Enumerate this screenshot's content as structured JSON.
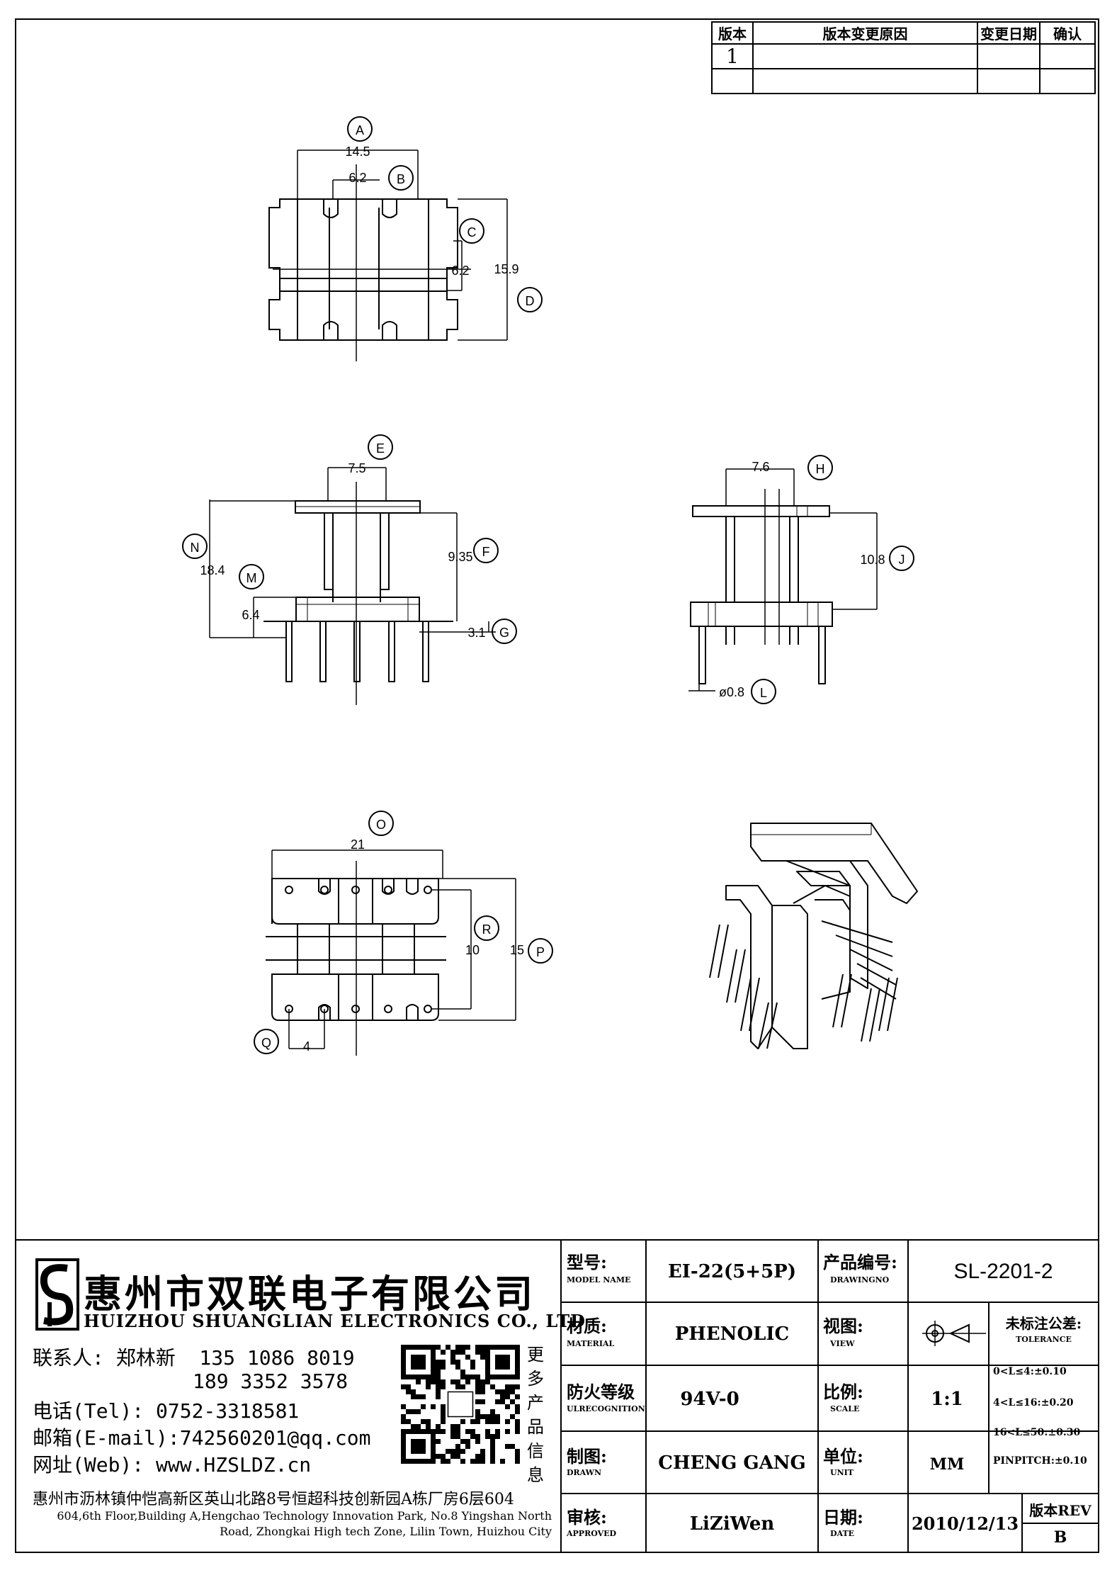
{
  "revision_table": {
    "headers": [
      "版本",
      "版本变更原因",
      "变更日期",
      "确认"
    ],
    "rows": [
      [
        "1",
        "",
        "",
        ""
      ],
      [
        "",
        "",
        "",
        ""
      ]
    ]
  },
  "drawing": {
    "top_view": {
      "labels": {
        "A": "A",
        "B": "B",
        "C": "C",
        "D": "D"
      },
      "dims": {
        "A": "14.5",
        "B": "6.2",
        "C": "6.2",
        "D": "15.9"
      }
    },
    "front_view": {
      "labels": {
        "E": "E",
        "F": "F",
        "G": "G",
        "M": "M",
        "N": "N"
      },
      "dims": {
        "E": "7.5",
        "F": "9.35",
        "G": "3.1",
        "M": "6.4",
        "N": "18.4"
      }
    },
    "side_view": {
      "labels": {
        "H": "H",
        "J": "J",
        "L": "L"
      },
      "dims": {
        "H": "7.6",
        "J": "10.8",
        "L": "ø0.8"
      }
    },
    "bottom_view": {
      "labels": {
        "O": "O",
        "P": "P",
        "Q": "Q",
        "R": "R"
      },
      "dims": {
        "O": "21",
        "P": "15",
        "Q": "4",
        "R": "10"
      }
    }
  },
  "company": {
    "name_cn": "惠州市双联电子有限公司",
    "name_en": "HUIZHOU SHUANGLIAN ELECTRONICS CO., LTD",
    "contact_line1": "联系人: 郑林新  135 1086 8019",
    "contact_line2": "189 3352 3578",
    "tel": "电话(Tel): 0752-3318581",
    "email": "邮箱(E-mail):742560201@qq.com",
    "web": "网址(Web): www.HZSLDZ.cn",
    "qr_caption": [
      "更",
      "多",
      "产",
      "品",
      "信",
      "息"
    ],
    "address_cn": "惠州市沥林镇仲恺高新区英山北路8号恒超科技创新园A栋厂房6层604",
    "address_en1": "604,6th Floor,Building A,Hengchao Technology Innovation Park, No.8 Yingshan North",
    "address_en2": "Road, Zhongkai High tech Zone, Lilin Town, Huizhou City"
  },
  "title_block": {
    "model_label": "型号:",
    "model_sub": "MODEL NAME",
    "model_value": "EI-22(5+5P)",
    "drawing_no_label": "产品编号:",
    "drawing_no_sub": "DRAWINGNO",
    "drawing_no_value": "SL-2201-2",
    "material_label": "材质:",
    "material_sub": "MATERIAL",
    "material_value": "PHENOLIC",
    "view_label": "视图:",
    "view_sub": "VIEW",
    "tolerance_label": "未标注公差:",
    "tolerance_sub": "TOLERANCE",
    "tolerance_lines": [
      "0<L≤4:±0.10",
      "4<L≤16:±0.20",
      "16<L≤50:±0.30",
      "PINPITCH:±0.10"
    ],
    "flame_label": "防火等级",
    "flame_sub": "ULRECOGNITION",
    "flame_value": "94V-0",
    "scale_label": "比例:",
    "scale_sub": "SCALE",
    "scale_value": "1:1",
    "drawn_label": "制图:",
    "drawn_sub": "DRAWN",
    "drawn_value": "CHENG GANG",
    "unit_label": "单位:",
    "unit_sub": "UNIT",
    "unit_value": "MM",
    "approved_label": "审核:",
    "approved_sub": "APPROVED",
    "approved_value": "LiZiWen",
    "date_label": "日期:",
    "date_sub": "DATE",
    "date_value": "2010/12/13",
    "rev_label": "版本REV",
    "rev_value": "B"
  }
}
